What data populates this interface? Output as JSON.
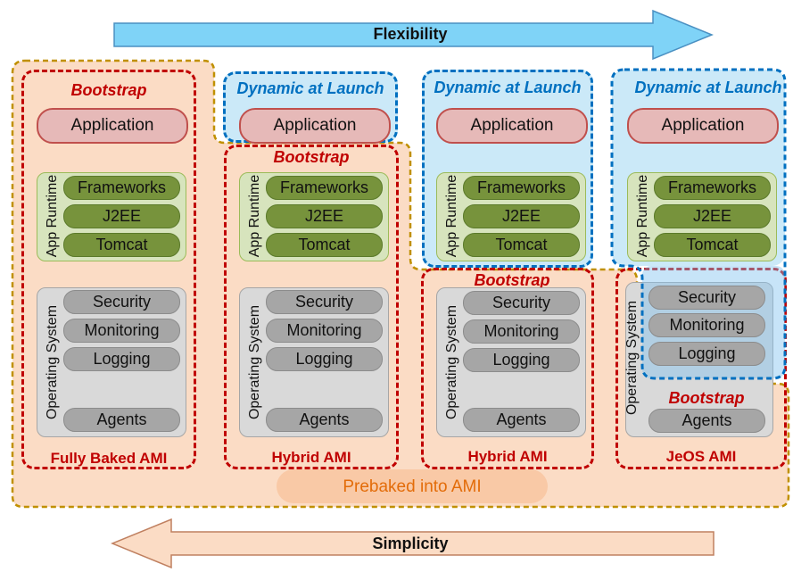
{
  "top_arrow": {
    "label": "Flexibility"
  },
  "bottom_arrow": {
    "label": "Simplicity"
  },
  "prebaked_label": "Prebaked into AMI",
  "bootstrap_label": "Bootstrap",
  "dynamic_label": "Dynamic at Launch",
  "application_label": "Application",
  "app_runtime_label": "App Runtime",
  "os_label": "Operating System",
  "runtime_items": [
    "Frameworks",
    "J2EE",
    "Tomcat"
  ],
  "os_items": [
    "Security",
    "Monitoring",
    "Logging"
  ],
  "agents_label": "Agents",
  "columns": [
    {
      "ami_label": "Fully Baked AMI"
    },
    {
      "ami_label": "Hybrid AMI"
    },
    {
      "ami_label": "Hybrid AMI"
    },
    {
      "ami_label": "JeOS AMI"
    }
  ],
  "colors": {
    "bootstrap_red": "#c00000",
    "dynamic_blue": "#0070c0",
    "prebaked_fill": "#fbdcc5",
    "prebaked_border": "#c09000",
    "flexibility_arrow": "#7fd3f7",
    "simplicity_arrow": "#fbdcc5",
    "prebaked_text": "#e36c09"
  }
}
